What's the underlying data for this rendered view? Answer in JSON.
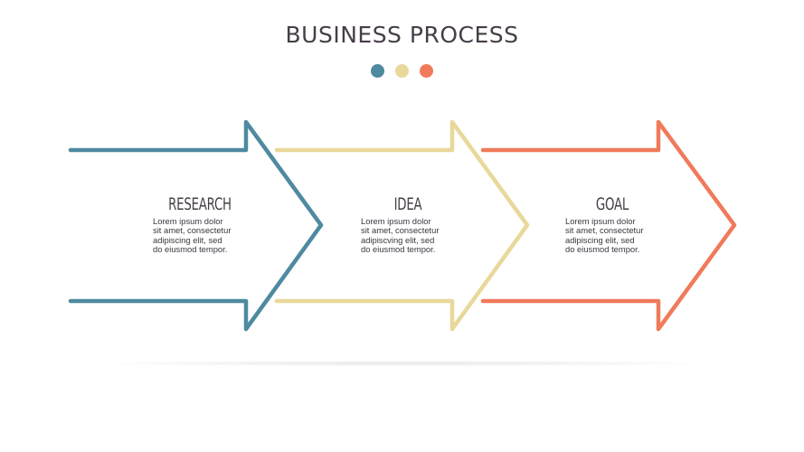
{
  "title": "BUSINESS PROCESS",
  "colors": {
    "title": "#463e48",
    "step1": "#4e8aa0",
    "step2": "#e8d89a",
    "step3": "#f07a5a"
  },
  "dots": [
    {
      "color": "#4e8aa0"
    },
    {
      "color": "#e8d89a"
    },
    {
      "color": "#f07a5a"
    }
  ],
  "steps": [
    {
      "title": "RESEARCH",
      "lines": [
        "Lorem ipsum dolor",
        "sit amet, consectetur",
        "adipiscing elit, sed",
        "do eiusmod tempor."
      ],
      "color": "#4e8aa0"
    },
    {
      "title": "IDEA",
      "lines": [
        "Lorem ipsum dolor",
        "sit amet, consectetur",
        "adipiscving elit, sed",
        "do eiusmod tempor."
      ],
      "color": "#e8d89a"
    },
    {
      "title": "GOAL",
      "lines": [
        "Lorem ipsum dolor",
        "sit amet, consectetur",
        "adipiscing elit, sed",
        "do eiusmod tempor."
      ],
      "color": "#f07a5a"
    }
  ]
}
